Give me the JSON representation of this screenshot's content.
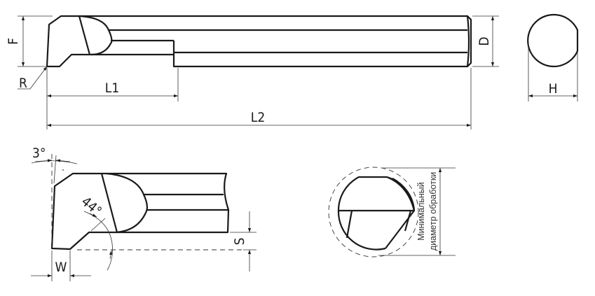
{
  "labels": {
    "F": "F",
    "R": "R",
    "L1": "L1",
    "L2": "L2",
    "D": "D",
    "H": "H",
    "angle_3": "3°",
    "angle_44": "44°",
    "S": "S",
    "W": "W",
    "min_diameter_line1": "Минимальный",
    "min_diameter_line2": "диаметр обработки"
  },
  "colors": {
    "line": "#1a1a1a",
    "thin": "#333333",
    "background": "#ffffff"
  }
}
